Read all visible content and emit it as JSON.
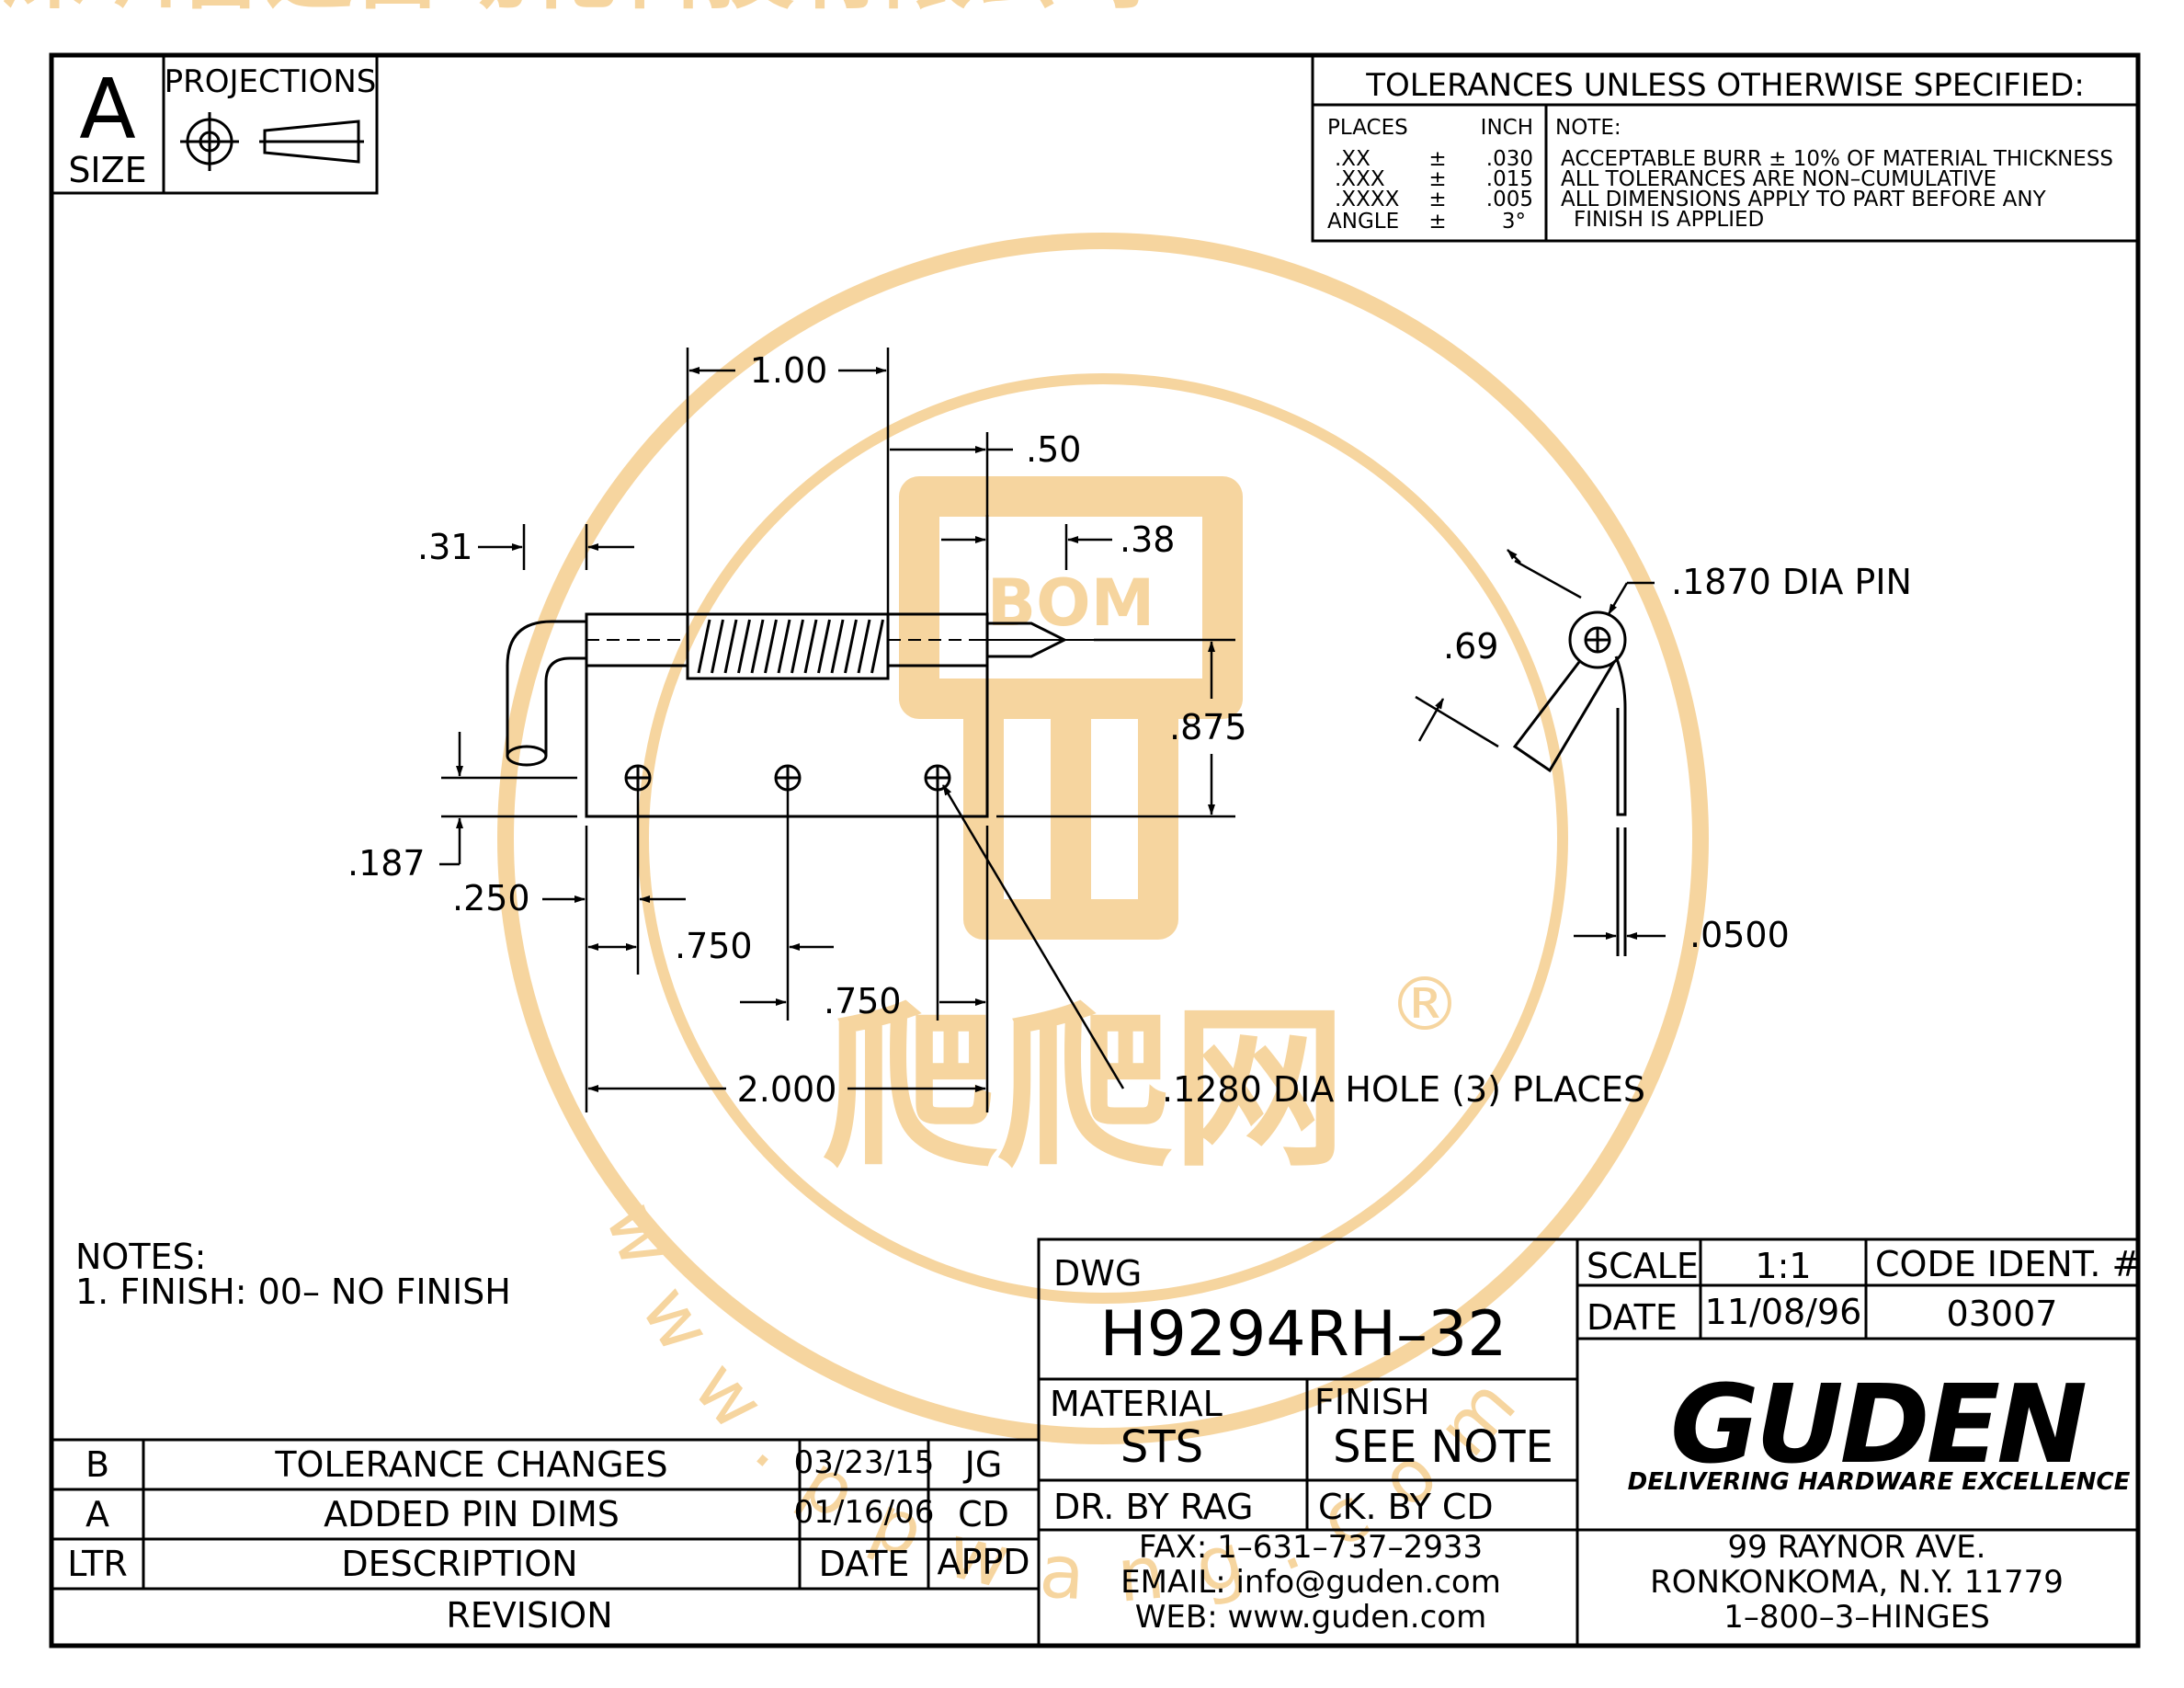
{
  "size_block": {
    "letter": "A",
    "label": "SIZE",
    "projections_label": "PROJECTIONS"
  },
  "tolerances": {
    "title": "TOLERANCES UNLESS OTHERWISE SPECIFIED:",
    "places_header": "PLACES",
    "inch_header": "INCH",
    "rows": [
      {
        "place": ".XX",
        "pm": "±",
        "value": ".030"
      },
      {
        "place": ".XXX",
        "pm": "±",
        "value": ".015"
      },
      {
        "place": ".XXXX",
        "pm": "±",
        "value": ".005"
      },
      {
        "place": "ANGLE",
        "pm": "±",
        "value": "3°"
      }
    ],
    "note_label": "NOTE:",
    "notes": [
      "ACCEPTABLE BURR ± 10% OF MATERIAL THICKNESS",
      "ALL TOLERANCES ARE NON–CUMULATIVE",
      "ALL DIMENSIONS APPLY TO PART BEFORE ANY",
      "FINISH IS APPLIED"
    ]
  },
  "dimensions": {
    "d_1_00": "1.00",
    "d_050": ".50",
    "d_031": ".31",
    "d_038": ".38",
    "d_0875": ".875",
    "d_0187": ".187",
    "d_0250": ".250",
    "d_0750a": ".750",
    "d_0750b": ".750",
    "d_2000": "2.000",
    "hole_callout": ".1280 DIA HOLE (3) PLACES",
    "pin_callout": ".1870 DIA PIN",
    "d_069": ".69",
    "d_0500": ".0500"
  },
  "notes": {
    "heading": "NOTES:",
    "items": [
      "1. FINISH: 00– NO FINISH"
    ]
  },
  "revision": {
    "rows": [
      {
        "ltr": "B",
        "desc": "TOLERANCE CHANGES",
        "date": "03/23/15",
        "appd": "JG"
      },
      {
        "ltr": "A",
        "desc": "ADDED PIN DIMS",
        "date": "01/16/06",
        "appd": "CD"
      }
    ],
    "header": {
      "ltr": "LTR",
      "desc": "DESCRIPTION",
      "date": "DATE",
      "appd": "APPD"
    },
    "footer": "REVISION"
  },
  "title_block": {
    "dwg_label": "DWG",
    "dwg_number": "H9294RH–32",
    "material_label": "MATERIAL",
    "material_value": "STS",
    "finish_label": "FINISH",
    "finish_value": "SEE NOTE",
    "drawn_by": "DR. BY RAG",
    "checked_by": "CK. BY CD",
    "scale_label": "SCALE",
    "scale_value": "1:1",
    "code_label": "CODE IDENT. #",
    "date_label": "DATE",
    "date_value": "11/08/96",
    "code_value": "03007",
    "brand": "GUDEN",
    "tagline": "DELIVERING HARDWARE EXCELLENCE",
    "fax": "FAX: 1–631–737–2933",
    "email": "EMAIL: info@guden.com",
    "web": "WEB: www.guden.com",
    "address1": "99 RAYNOR AVE.",
    "address2": "RONKONKOMA, N.Y. 11779",
    "phone": "1–800–3–HINGES"
  },
  "watermark": {
    "ring_text": "深圳智造自动化科技有限公司",
    "url_text": "www.ppwang.com",
    "logo_text": "BOM",
    "logo_chars": "爬爬网",
    "reg": "®",
    "color": "#f3c77f"
  }
}
